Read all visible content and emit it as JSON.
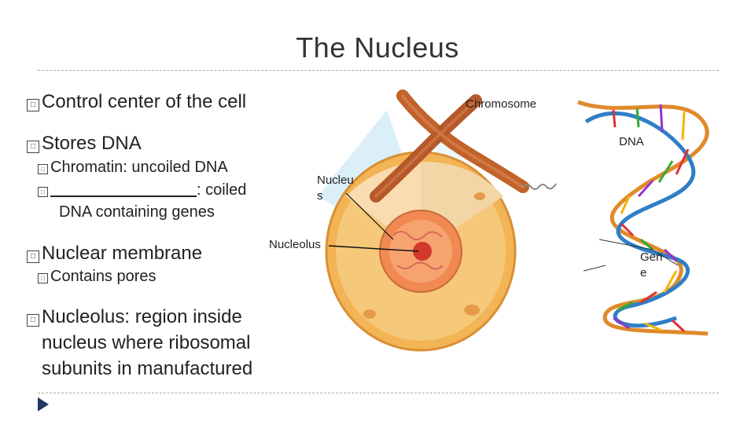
{
  "slide": {
    "title": "The Nucleus",
    "bullets": {
      "b1": "Control center of the cell",
      "b2": "Stores DNA",
      "b2_sub1_term": "Chromatin",
      "b2_sub1_rest": ": uncoiled DNA",
      "b2_sub2_rest": ": coiled",
      "b2_sub2_cont": "DNA containing genes",
      "b3": "Nuclear membrane",
      "b3_sub1": "Contains pores",
      "b4_line1": "Nucleolus: region inside",
      "b4_line2": "nucleus where ribosomal",
      "b4_line3": "subunits in manufactured"
    },
    "bullet_glyph": "□"
  },
  "diagram": {
    "label_chromosome": "Chromosome",
    "label_dna": "DNA",
    "label_nucleus_1": "Nucleu",
    "label_nucleus_2": "s",
    "label_nucleolus": "Nucleolus",
    "label_gene_1": "Gen",
    "label_gene_2": "e"
  },
  "colors": {
    "chromosome": "#c0622a",
    "cell_outer": "#f2b455",
    "nucleus": "#f08a52",
    "nucleolus": "#d0392b",
    "dna_backbone": "#e08a2a",
    "dna_backbone_2": "#2f7fc6",
    "beam": "#cfe9f6"
  }
}
